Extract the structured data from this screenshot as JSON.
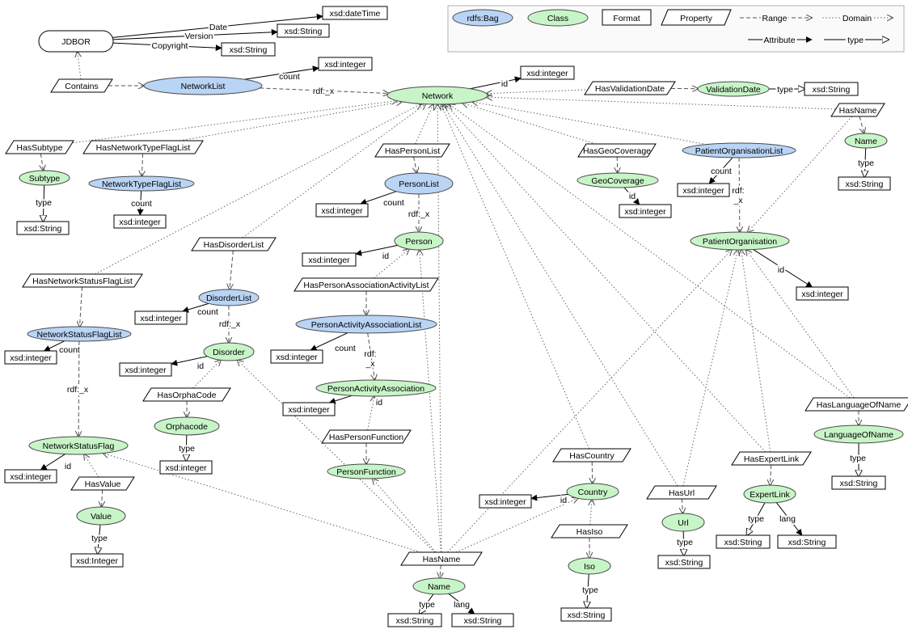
{
  "legend": {
    "bag": "rdfs:Bag",
    "class": "Class",
    "format": "Format",
    "property": "Property",
    "range": "Range",
    "domain": "Domain",
    "attribute": "Attribute",
    "type": "type"
  },
  "colors": {
    "class_fill": "#c8f5c8",
    "bag_fill": "#b9d4f5"
  },
  "nodes": [
    {
      "id": "jdbor",
      "kind": "rounded",
      "label": "JDBOR"
    },
    {
      "id": "f_datetime",
      "kind": "format",
      "label": "xsd:dateTime"
    },
    {
      "id": "f_ver",
      "kind": "format",
      "label": "xsd:String"
    },
    {
      "id": "f_copy",
      "kind": "format",
      "label": "xsd:String"
    },
    {
      "id": "p_contains",
      "kind": "prop",
      "label": "Contains"
    },
    {
      "id": "b_networklist",
      "kind": "bag",
      "label": "NetworkList"
    },
    {
      "id": "f_nl_count",
      "kind": "format",
      "label": "xsd:integer"
    },
    {
      "id": "c_network",
      "kind": "class",
      "label": "Network"
    },
    {
      "id": "f_network_id",
      "kind": "format",
      "label": "xsd:integer"
    },
    {
      "id": "p_hasvaldate",
      "kind": "prop",
      "label": "HasValidationDate"
    },
    {
      "id": "c_valdate",
      "kind": "class",
      "label": "ValidationDate"
    },
    {
      "id": "f_valdate",
      "kind": "format",
      "label": "xsd:String"
    },
    {
      "id": "p_hasname_top",
      "kind": "prop",
      "label": "HasName"
    },
    {
      "id": "c_name_top",
      "kind": "class",
      "label": "Name"
    },
    {
      "id": "f_name_top",
      "kind": "format",
      "label": "xsd:String"
    },
    {
      "id": "p_hassubtype",
      "kind": "prop",
      "label": "HasSubtype"
    },
    {
      "id": "c_subtype",
      "kind": "class",
      "label": "Subtype"
    },
    {
      "id": "f_subtype",
      "kind": "format",
      "label": "xsd:String"
    },
    {
      "id": "p_hasntfl",
      "kind": "prop",
      "label": "HasNetworkTypeFlagList"
    },
    {
      "id": "b_ntfl",
      "kind": "bag",
      "label": "NetworkTypeFlagList"
    },
    {
      "id": "f_ntfl_count",
      "kind": "format",
      "label": "xsd:integer"
    },
    {
      "id": "p_hasperlist",
      "kind": "prop",
      "label": "HasPersonList"
    },
    {
      "id": "b_personlist",
      "kind": "bag",
      "label": "PersonList"
    },
    {
      "id": "f_pl_count",
      "kind": "format",
      "label": "xsd:integer"
    },
    {
      "id": "c_person",
      "kind": "class",
      "label": "Person"
    },
    {
      "id": "f_person_id",
      "kind": "format",
      "label": "xsd:integer"
    },
    {
      "id": "p_hasgeo",
      "kind": "prop",
      "label": "HasGeoCoverage"
    },
    {
      "id": "c_geo",
      "kind": "class",
      "label": "GeoCoverage"
    },
    {
      "id": "f_geo",
      "kind": "format",
      "label": "xsd:integer"
    },
    {
      "id": "b_pol",
      "kind": "bag",
      "label": "PatientOrganisationList"
    },
    {
      "id": "f_pol_count",
      "kind": "format",
      "label": "xsd:integer"
    },
    {
      "id": "c_po",
      "kind": "class",
      "label": "PatientOrganisation"
    },
    {
      "id": "f_po_id",
      "kind": "format",
      "label": "xsd:integer"
    },
    {
      "id": "p_hasdislist",
      "kind": "prop",
      "label": "HasDisorderList"
    },
    {
      "id": "b_dislist",
      "kind": "bag",
      "label": "DisorderList"
    },
    {
      "id": "f_dl_count",
      "kind": "format",
      "label": "xsd:integer"
    },
    {
      "id": "c_disorder",
      "kind": "class",
      "label": "Disorder"
    },
    {
      "id": "f_dis_id",
      "kind": "format",
      "label": "xsd:integer"
    },
    {
      "id": "p_hasorpha",
      "kind": "prop",
      "label": "HasOrphaCode"
    },
    {
      "id": "c_orpha",
      "kind": "class",
      "label": "Orphacode"
    },
    {
      "id": "f_orpha",
      "kind": "format",
      "label": "xsd:integer"
    },
    {
      "id": "p_hasnsfl",
      "kind": "prop",
      "label": "HasNetworkStatusFlagList"
    },
    {
      "id": "b_nsfl",
      "kind": "bag",
      "label": "NetworkStatusFlagList"
    },
    {
      "id": "f_nsfl_count",
      "kind": "format",
      "label": "xsd:integer"
    },
    {
      "id": "c_nsf",
      "kind": "class",
      "label": "NetworkStatusFlag"
    },
    {
      "id": "f_nsf_id",
      "kind": "format",
      "label": "xsd:integer"
    },
    {
      "id": "p_hasvalue",
      "kind": "prop",
      "label": "HasValue"
    },
    {
      "id": "c_value",
      "kind": "class",
      "label": "Value"
    },
    {
      "id": "f_value",
      "kind": "format",
      "label": "xsd:Integer"
    },
    {
      "id": "p_haspaal",
      "kind": "prop",
      "label": "HasPersonAssociationActivityList"
    },
    {
      "id": "b_paal",
      "kind": "bag",
      "label": "PersonActivityAssociationList"
    },
    {
      "id": "f_paal_count",
      "kind": "format",
      "label": "xsd:integer"
    },
    {
      "id": "c_paa",
      "kind": "class",
      "label": "PersonActivityAssociation"
    },
    {
      "id": "f_paa_id",
      "kind": "format",
      "label": "xsd:integer"
    },
    {
      "id": "p_haspf",
      "kind": "prop",
      "label": "HasPersonFunction"
    },
    {
      "id": "c_pf",
      "kind": "class",
      "label": "PersonFunction"
    },
    {
      "id": "p_hascountry",
      "kind": "prop",
      "label": "HasCountry"
    },
    {
      "id": "c_country",
      "kind": "class",
      "label": "Country"
    },
    {
      "id": "f_country_id",
      "kind": "format",
      "label": "xsd:integer"
    },
    {
      "id": "p_hasiso",
      "kind": "prop",
      "label": "HasIso"
    },
    {
      "id": "c_iso",
      "kind": "class",
      "label": "Iso"
    },
    {
      "id": "f_iso",
      "kind": "format",
      "label": "xsd:String"
    },
    {
      "id": "p_hasname_bot",
      "kind": "prop",
      "label": "HasName"
    },
    {
      "id": "c_name_bot",
      "kind": "class",
      "label": "Name"
    },
    {
      "id": "f_name_type",
      "kind": "format",
      "label": "xsd:String"
    },
    {
      "id": "f_name_lang",
      "kind": "format",
      "label": "xsd:String"
    },
    {
      "id": "p_hasurl",
      "kind": "prop",
      "label": "HasUrl"
    },
    {
      "id": "c_url",
      "kind": "class",
      "label": "Url"
    },
    {
      "id": "f_url",
      "kind": "format",
      "label": "xsd:String"
    },
    {
      "id": "p_hasexpert",
      "kind": "prop",
      "label": "HasExpertLink"
    },
    {
      "id": "c_expert",
      "kind": "class",
      "label": "ExpertLink"
    },
    {
      "id": "f_expert_type",
      "kind": "format",
      "label": "xsd:String"
    },
    {
      "id": "f_expert_lang",
      "kind": "format",
      "label": "xsd:String"
    },
    {
      "id": "p_haslon",
      "kind": "prop",
      "label": "HasLanguageOfName"
    },
    {
      "id": "c_lon",
      "kind": "class",
      "label": "LanguageOfName"
    },
    {
      "id": "f_lon",
      "kind": "format",
      "label": "xsd:String"
    }
  ],
  "edges": [
    {
      "from": "jdbor",
      "to": "f_datetime",
      "kind": "attr",
      "label": "Date"
    },
    {
      "from": "jdbor",
      "to": "f_ver",
      "kind": "attr",
      "label": "Version"
    },
    {
      "from": "jdbor",
      "to": "f_copy",
      "kind": "attr",
      "label": "Copyright"
    },
    {
      "from": "p_contains",
      "to": "jdbor",
      "kind": "domain",
      "label": ""
    },
    {
      "from": "p_contains",
      "to": "b_networklist",
      "kind": "range",
      "label": ""
    },
    {
      "from": "b_networklist",
      "to": "f_nl_count",
      "kind": "attr",
      "label": "count"
    },
    {
      "from": "b_networklist",
      "to": "c_network",
      "kind": "range",
      "label": "rdf:_x"
    },
    {
      "from": "c_network",
      "to": "f_network_id",
      "kind": "attr",
      "label": "id"
    },
    {
      "from": "p_hasvaldate",
      "to": "c_valdate",
      "kind": "range",
      "label": ""
    },
    {
      "from": "c_valdate",
      "to": "f_valdate",
      "kind": "type",
      "label": "type"
    },
    {
      "from": "p_hasname_top",
      "to": "c_name_top",
      "kind": "range",
      "label": ""
    },
    {
      "from": "c_name_top",
      "to": "f_name_top",
      "kind": "type",
      "label": "type"
    },
    {
      "from": "p_hassubtype",
      "to": "c_subtype",
      "kind": "range",
      "label": ""
    },
    {
      "from": "c_subtype",
      "to": "f_subtype",
      "kind": "type",
      "label": "type"
    },
    {
      "from": "p_hasntfl",
      "to": "b_ntfl",
      "kind": "range",
      "label": ""
    },
    {
      "from": "b_ntfl",
      "to": "f_ntfl_count",
      "kind": "attr",
      "label": "count"
    },
    {
      "from": "p_hasperlist",
      "to": "b_personlist",
      "kind": "range",
      "label": ""
    },
    {
      "from": "b_personlist",
      "to": "f_pl_count",
      "kind": "attr",
      "label": "count"
    },
    {
      "from": "b_personlist",
      "to": "c_person",
      "kind": "range",
      "label": "rdf:_x"
    },
    {
      "from": "c_person",
      "to": "f_person_id",
      "kind": "attr",
      "label": "id"
    },
    {
      "from": "p_hasgeo",
      "to": "c_geo",
      "kind": "range",
      "label": ""
    },
    {
      "from": "c_geo",
      "to": "f_geo",
      "kind": "attr",
      "label": "id"
    },
    {
      "from": "b_pol",
      "to": "f_pol_count",
      "kind": "attr",
      "label": "count"
    },
    {
      "from": "b_pol",
      "to": "c_po",
      "kind": "range",
      "label": "rdf:_x"
    },
    {
      "from": "c_po",
      "to": "f_po_id",
      "kind": "attr",
      "label": "id"
    },
    {
      "from": "p_hasdislist",
      "to": "b_dislist",
      "kind": "range",
      "label": ""
    },
    {
      "from": "b_dislist",
      "to": "f_dl_count",
      "kind": "attr",
      "label": "count"
    },
    {
      "from": "b_dislist",
      "to": "c_disorder",
      "kind": "range",
      "label": "rdf:_x"
    },
    {
      "from": "c_disorder",
      "to": "f_dis_id",
      "kind": "attr",
      "label": "id"
    },
    {
      "from": "p_hasorpha",
      "to": "c_orpha",
      "kind": "range",
      "label": ""
    },
    {
      "from": "c_orpha",
      "to": "f_orpha",
      "kind": "type",
      "label": "type"
    },
    {
      "from": "p_hasnsfl",
      "to": "b_nsfl",
      "kind": "range",
      "label": ""
    },
    {
      "from": "b_nsfl",
      "to": "f_nsfl_count",
      "kind": "attr",
      "label": "count"
    },
    {
      "from": "b_nsfl",
      "to": "c_nsf",
      "kind": "range",
      "label": "rdf:_x"
    },
    {
      "from": "c_nsf",
      "to": "f_nsf_id",
      "kind": "attr",
      "label": "id"
    },
    {
      "from": "p_hasvalue",
      "to": "c_value",
      "kind": "range",
      "label": ""
    },
    {
      "from": "c_value",
      "to": "f_value",
      "kind": "type",
      "label": "type"
    },
    {
      "from": "p_haspaal",
      "to": "b_paal",
      "kind": "range",
      "label": ""
    },
    {
      "from": "b_paal",
      "to": "f_paal_count",
      "kind": "attr",
      "label": "count"
    },
    {
      "from": "b_paal",
      "to": "c_paa",
      "kind": "range",
      "label": "rdf:_x"
    },
    {
      "from": "c_paa",
      "to": "f_paa_id",
      "kind": "attr",
      "label": "id"
    },
    {
      "from": "p_haspf",
      "to": "c_pf",
      "kind": "range",
      "label": ""
    },
    {
      "from": "p_hascountry",
      "to": "c_country",
      "kind": "range",
      "label": ""
    },
    {
      "from": "c_country",
      "to": "f_country_id",
      "kind": "attr",
      "label": "id"
    },
    {
      "from": "p_hasiso",
      "to": "c_iso",
      "kind": "range",
      "label": ""
    },
    {
      "from": "c_iso",
      "to": "f_iso",
      "kind": "type",
      "label": "type"
    },
    {
      "from": "p_hasname_bot",
      "to": "c_name_bot",
      "kind": "range",
      "label": ""
    },
    {
      "from": "c_name_bot",
      "to": "f_name_type",
      "kind": "type",
      "label": "type"
    },
    {
      "from": "c_name_bot",
      "to": "f_name_lang",
      "kind": "attr",
      "label": "lang"
    },
    {
      "from": "p_hasurl",
      "to": "c_url",
      "kind": "range",
      "label": ""
    },
    {
      "from": "c_url",
      "to": "f_url",
      "kind": "type",
      "label": "type"
    },
    {
      "from": "p_hasexpert",
      "to": "c_expert",
      "kind": "range",
      "label": ""
    },
    {
      "from": "c_expert",
      "to": "f_expert_type",
      "kind": "type",
      "label": "type"
    },
    {
      "from": "c_expert",
      "to": "f_expert_lang",
      "kind": "attr",
      "label": "lang"
    },
    {
      "from": "p_haslon",
      "to": "c_lon",
      "kind": "range",
      "label": ""
    },
    {
      "from": "c_lon",
      "to": "f_lon",
      "kind": "type",
      "label": "type"
    },
    {
      "from": "p_hasvaldate",
      "to": "c_network",
      "kind": "domain",
      "label": ""
    },
    {
      "from": "p_hasname_top",
      "to": "c_network",
      "kind": "domain",
      "label": ""
    },
    {
      "from": "p_hasname_top",
      "to": "c_po",
      "kind": "domain",
      "label": ""
    },
    {
      "from": "p_hassubtype",
      "to": "c_network",
      "kind": "domain",
      "label": ""
    },
    {
      "from": "p_hasntfl",
      "to": "c_network",
      "kind": "domain",
      "label": ""
    },
    {
      "from": "p_hasperlist",
      "to": "c_network",
      "kind": "domain",
      "label": ""
    },
    {
      "from": "p_hasgeo",
      "to": "c_network",
      "kind": "domain",
      "label": ""
    },
    {
      "from": "b_pol",
      "to": "c_network",
      "kind": "domain",
      "label": ""
    },
    {
      "from": "p_hasdislist",
      "to": "c_network",
      "kind": "domain",
      "label": ""
    },
    {
      "from": "p_hasnsfl",
      "to": "c_network",
      "kind": "domain",
      "label": ""
    },
    {
      "from": "p_hasname_bot",
      "to": "c_network",
      "kind": "domain",
      "label": ""
    },
    {
      "from": "p_hasname_bot",
      "to": "c_person",
      "kind": "domain",
      "label": ""
    },
    {
      "from": "p_hasname_bot",
      "to": "c_disorder",
      "kind": "domain",
      "label": ""
    },
    {
      "from": "p_hasname_bot",
      "to": "c_nsf",
      "kind": "domain",
      "label": ""
    },
    {
      "from": "p_hasname_bot",
      "to": "c_pf",
      "kind": "domain",
      "label": ""
    },
    {
      "from": "p_hasname_bot",
      "to": "c_country",
      "kind": "domain",
      "label": ""
    },
    {
      "from": "p_hasname_bot",
      "to": "c_po",
      "kind": "domain",
      "label": ""
    },
    {
      "from": "p_hascountry",
      "to": "c_network",
      "kind": "domain",
      "label": ""
    },
    {
      "from": "p_hasurl",
      "to": "c_network",
      "kind": "domain",
      "label": ""
    },
    {
      "from": "p_hasurl",
      "to": "c_po",
      "kind": "domain",
      "label": ""
    },
    {
      "from": "p_hasexpert",
      "to": "c_network",
      "kind": "domain",
      "label": ""
    },
    {
      "from": "p_hasexpert",
      "to": "c_po",
      "kind": "domain",
      "label": ""
    },
    {
      "from": "p_haslon",
      "to": "c_network",
      "kind": "domain",
      "label": ""
    },
    {
      "from": "p_haslon",
      "to": "c_po",
      "kind": "domain",
      "label": ""
    },
    {
      "from": "p_hasorpha",
      "to": "c_disorder",
      "kind": "domain",
      "label": ""
    },
    {
      "from": "p_haspaal",
      "to": "c_person",
      "kind": "domain",
      "label": ""
    },
    {
      "from": "p_haspf",
      "to": "c_paa",
      "kind": "domain",
      "label": ""
    },
    {
      "from": "p_hasvalue",
      "to": "c_nsf",
      "kind": "domain",
      "label": ""
    },
    {
      "from": "p_hasiso",
      "to": "c_country",
      "kind": "domain",
      "label": ""
    }
  ]
}
